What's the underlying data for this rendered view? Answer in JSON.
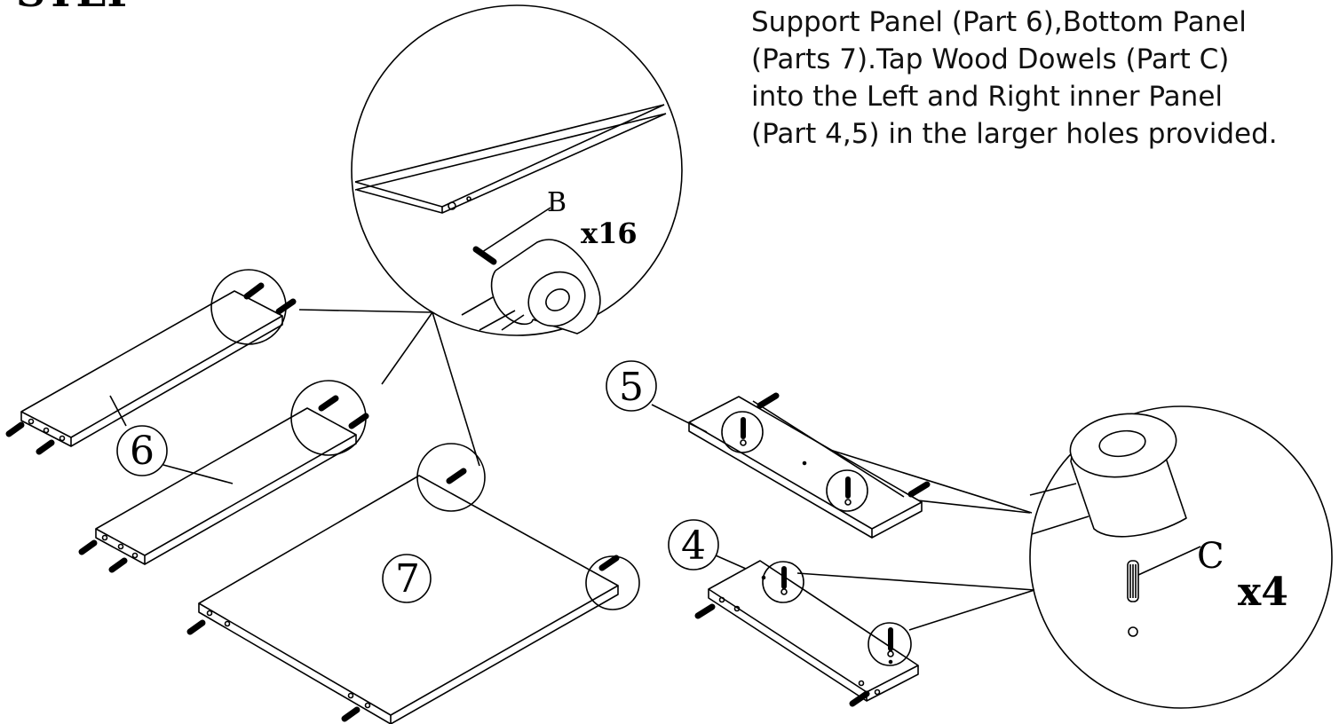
{
  "step_heading": "STEP",
  "instructions": [
    "Support Panel (Part 6),Bottom Panel",
    "(Parts 7).Tap Wood Dowels (Part C)",
    "into the Left and Right inner Panel",
    "(Part 4,5) in the larger holes provided."
  ],
  "part_numbers": {
    "support_panel_top": "6",
    "bottom_panel": "7",
    "inner_panel_right": "5",
    "inner_panel_left": "4"
  },
  "hardware": {
    "cam_bolt": {
      "label": "B",
      "quantity": "x16"
    },
    "wood_dowel": {
      "label": "C",
      "quantity": "x4"
    }
  }
}
